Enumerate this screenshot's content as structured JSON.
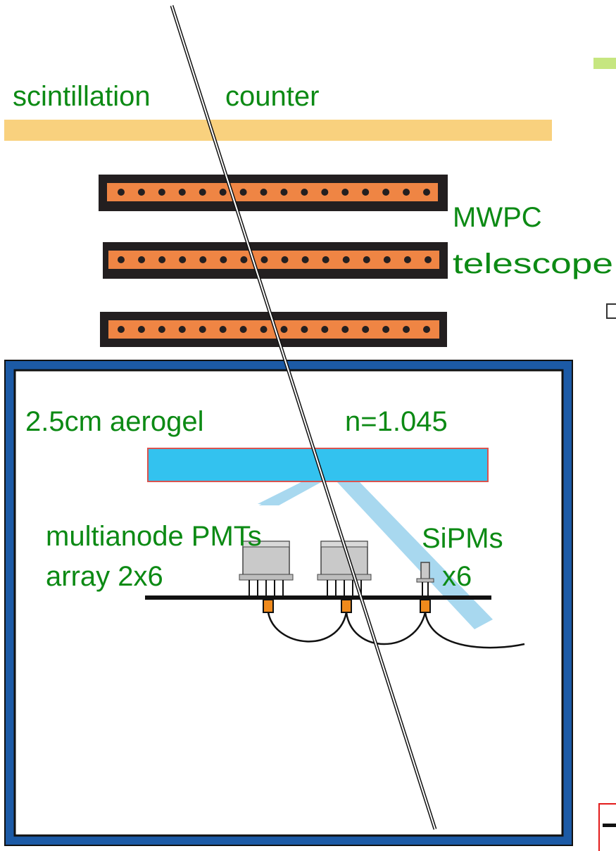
{
  "labels": {
    "scintillation": "scintillation",
    "counter": "counter",
    "mwpc": "MWPC",
    "telescope": "telescope",
    "aerogel": "2.5cm aerogel",
    "index": "n=1.045",
    "pmt_line1": "multianode PMTs",
    "pmt_line2": "array 2x6",
    "sipm_line1": "SiPMs",
    "sipm_line2": "x6"
  },
  "colors": {
    "label_text": "#0c8a14",
    "scintillator": "#f9d17e",
    "mwpc_frame": "#231f20",
    "mwpc_body": "#ef8544",
    "box_frame": "#1c5aa6",
    "aerogel_fill": "#33c2ef",
    "aerogel_edge": "#d9534f",
    "light_cone": "#a8d8ef",
    "pmt_body": "#c9c9c9",
    "connector": "#f08a1c",
    "green_mark": "#c6e680",
    "red_outline": "#e31b1b"
  },
  "mwpc": {
    "wires_per_chamber": 16
  }
}
